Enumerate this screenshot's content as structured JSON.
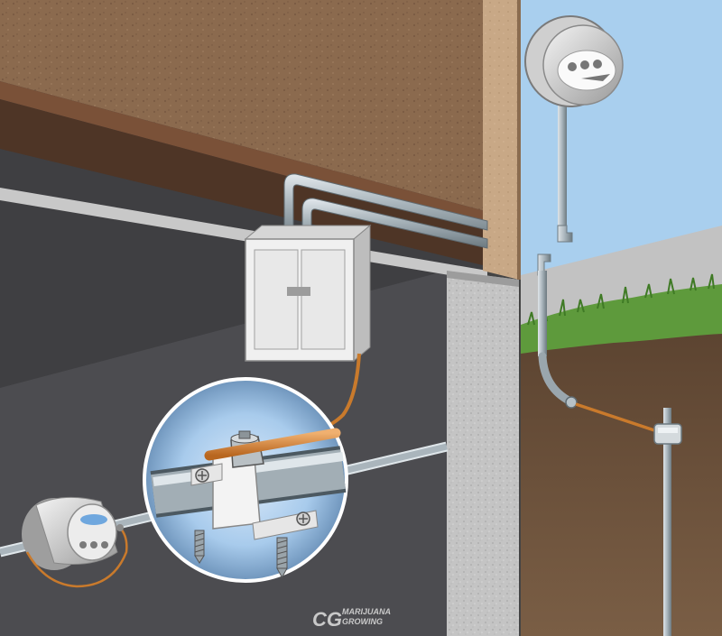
{
  "watermark": {
    "logo_letters": "CG",
    "line1": "MARIJUANA",
    "line2": "GROWING"
  },
  "colors": {
    "basement_wall": "#3d3d40",
    "basement_floor": "#505053",
    "ceiling_beam": "#7b5a40",
    "joist_dark": "#5a3e2c",
    "foundation": "#c4c4c4",
    "exterior_siding": "#c7a684",
    "sky": "#a9cfee",
    "grass": "#5e9a3c",
    "soil": "#6a5038",
    "pipe": "#a2aeb5",
    "copper_wire": "#c97a2c",
    "panel": "#eeeeee",
    "magnifier_glow": "#9fc6ea"
  },
  "icons": [
    "electric-meter-icon",
    "water-meter-icon",
    "breaker-panel-icon",
    "ground-rod-icon",
    "pipe-clamp-icon"
  ]
}
